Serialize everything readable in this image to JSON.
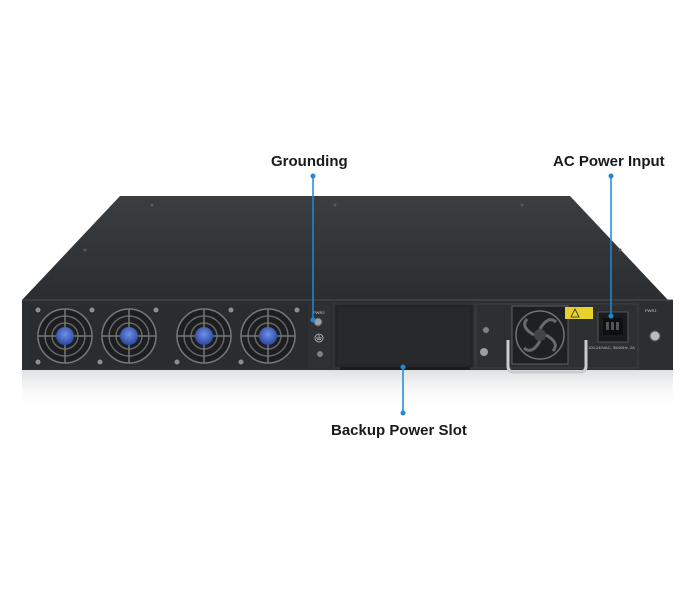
{
  "callouts": {
    "grounding": "Grounding",
    "ac_power_input": "AC Power Input",
    "backup_power_slot": "Backup Power Slot"
  },
  "panel_text": {
    "pwr2": "PWR2",
    "pwr1": "PWR1",
    "rating": "100-240VAC, 50/60Hz, 2A"
  },
  "colors": {
    "chassis": "#2f3336",
    "panel": "#26292b",
    "accent": "#1e88d8",
    "fan_hub": "#3557b5"
  },
  "icons": [
    "fan-icon",
    "ground-icon",
    "power-socket-icon",
    "warning-icon"
  ]
}
